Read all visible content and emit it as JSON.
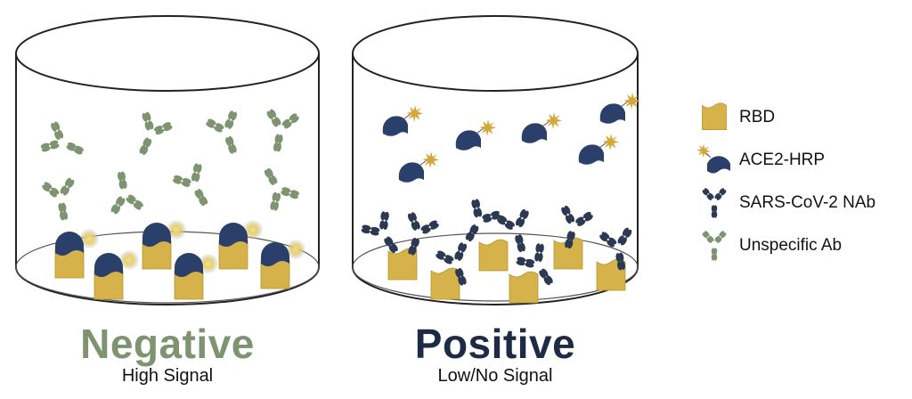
{
  "wells": [
    {
      "title": "Negative",
      "subtitle": "High Signal"
    },
    {
      "title": "Positive",
      "subtitle": "Low/No Signal"
    }
  ],
  "legend": [
    {
      "label": "RBD",
      "icon": "rbd-icon"
    },
    {
      "label": "ACE2-HRP",
      "icon": "ace2-hrp-icon"
    },
    {
      "label": "SARS-CoV-2 NAb",
      "icon": "nab-antibody-icon"
    },
    {
      "label": "Unspecific Ab",
      "icon": "unspecific-antibody-icon"
    }
  ],
  "colors": {
    "rbd": "#d6b24a",
    "ace2": "#2b3f6b",
    "nab": "#2b3a52",
    "unspecific": "#7e9470",
    "hrp_star": "#d4a73a",
    "negative_title": "#7e9470",
    "positive_title": "#1e2b45"
  }
}
